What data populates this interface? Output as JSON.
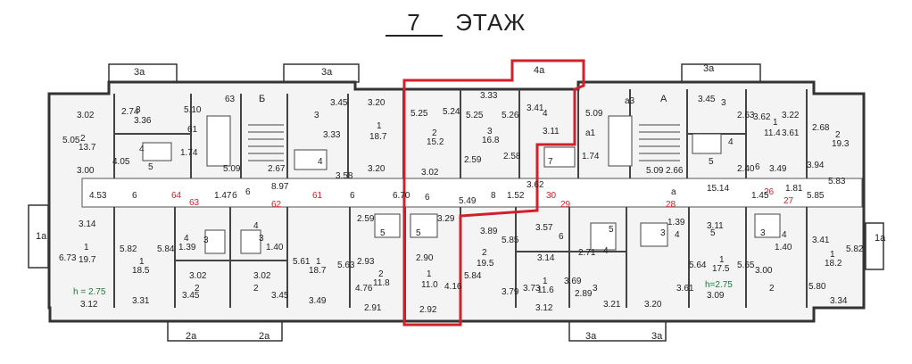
{
  "floor": {
    "number": "7",
    "word": "ЭТАЖ"
  },
  "colors": {
    "highlight": "#d0202a",
    "wall": "#333333",
    "fill": "#f4f4f4",
    "green_text": "#1a7a3a"
  },
  "texts": {
    "balcony_3a_1": "3а",
    "balcony_3a_2": "3а",
    "balcony_4a": "4а",
    "balcony_3a_3": "3а",
    "balcony_1a_left": "1а",
    "balcony_1a_right": "1а",
    "balcony_2a_1": "2а",
    "balcony_2a_2": "2а",
    "balcony_3a_4": "3а",
    "balcony_3a_5": "3а",
    "stair_b": "Б",
    "stair_a": "А",
    "lift_63": "63",
    "lift_a3": "а3",
    "corridor_6": "6",
    "corridor_a": "а",
    "n64": "64",
    "n63": "63",
    "n62": "62",
    "n61": "61",
    "n30": "30",
    "n29": "29",
    "n28": "28",
    "n26": "26",
    "n27": "27",
    "h_left": "h = 2.75",
    "h_right": "h=2.75",
    "t1": "3.02",
    "t2": "2",
    "t3": "13.7",
    "t4": "5.05",
    "t5": "3.00",
    "t6": "3",
    "t7": "3.36",
    "t8": "2.74",
    "t9": "4",
    "t10": "5",
    "t11": "4.05",
    "t12": "5.10",
    "t13": "61",
    "t14": "1.74",
    "t15": "3",
    "t16": "3.45",
    "t17": "3.33",
    "t18": "5.09",
    "t19": "2.67",
    "t20": "4",
    "t21": "3.20",
    "t22": "1",
    "t23": "18.7",
    "t24": "3.20",
    "t25": "3.58",
    "t26": "4.53",
    "t27": "б",
    "t28": "8.97",
    "t29": "1.47",
    "t30": "6",
    "t31": "6",
    "t32": "5.25",
    "t33": "2",
    "t34": "15.2",
    "t35": "5.24",
    "t36": "3.02",
    "t37": "3.33",
    "t38": "5.25",
    "t39": "3",
    "t40": "16.8",
    "t41": "5.26",
    "t42": "2.59",
    "t43": "2.58",
    "t44": "3.41",
    "t45": "4",
    "t46": "3.11",
    "t47": "7",
    "t48": "5.09",
    "t49": "а1",
    "t50": "1.74",
    "t51": "6.70",
    "t52": "6",
    "t53": "5.49",
    "t54": "8",
    "t55": "1.52",
    "t56": "3.62",
    "t57": "3.45",
    "t58": "3",
    "t59": "5.09",
    "t60": "2.66",
    "t61": "2.63",
    "t62": "3.62",
    "t63": "1",
    "t64": "11.4",
    "t65": "3.22",
    "t66": "3.61",
    "t67": "4",
    "t68": "2.40",
    "t69": "5",
    "t70": "6",
    "t71": "3.49",
    "t72": "2.68",
    "t73": "2",
    "t74": "19.3",
    "t75": "3.94",
    "t76": "15.14",
    "t77": "1.45",
    "t78": "1.81",
    "t79": "5.85",
    "t80": "5.83",
    "t81": "3.14",
    "t82": "6.73",
    "t83": "1",
    "t84": "19.7",
    "t85": "5.82",
    "t86": "1",
    "t87": "18.5",
    "t88": "5.84",
    "t89": "3.31",
    "t90": "3.12",
    "t91": "4",
    "t92": "1.39",
    "t93": "3",
    "t94": "3.02",
    "t95": "2",
    "t96": "3.45",
    "t97": "3",
    "t98": "4",
    "t99": "1.40",
    "t100": "3.02",
    "t101": "2",
    "t102": "3.45",
    "t103": "5.61",
    "t104": "1",
    "t105": "18.7",
    "t106": "5.63",
    "t107": "3.49",
    "t108": "2.59",
    "t109": "5",
    "t110": "2.93",
    "t111": "4.76",
    "t112": "2",
    "t113": "11.8",
    "t114": "2.91",
    "t115": "5",
    "t116": "3.29",
    "t117": "2.90",
    "t118": "1",
    "t119": "11.0",
    "t120": "4.16",
    "t121": "2.92",
    "t122": "3.89",
    "t123": "5.85",
    "t124": "2",
    "t125": "19.5",
    "t126": "5.84",
    "t127": "3.79",
    "t128": "3.57",
    "t129": "6",
    "t130": "2.71",
    "t131": "3.14",
    "t132": "3.73",
    "t133": "1",
    "t134": "11.6",
    "t135": "3.69",
    "t136": "3.12",
    "t137": "2.89",
    "t138": "3",
    "t139": "3.21",
    "t140": "5",
    "t141": "4",
    "t142": "3",
    "t143": "4",
    "t144": "1.39",
    "t145": "3.61",
    "t146": "3.20",
    "t147": "3.11",
    "t148": "5.64",
    "t149": "1",
    "t150": "17.5",
    "t151": "5.65",
    "t152": "3.09",
    "t153": "3",
    "t154": "4",
    "t155": "1.40",
    "t156": "3.00",
    "t157": "2",
    "t158": "3.41",
    "t159": "5.82",
    "t160": "1",
    "t161": "18.2",
    "t162": "5.80",
    "t163": "3.34",
    "t164": "5"
  }
}
